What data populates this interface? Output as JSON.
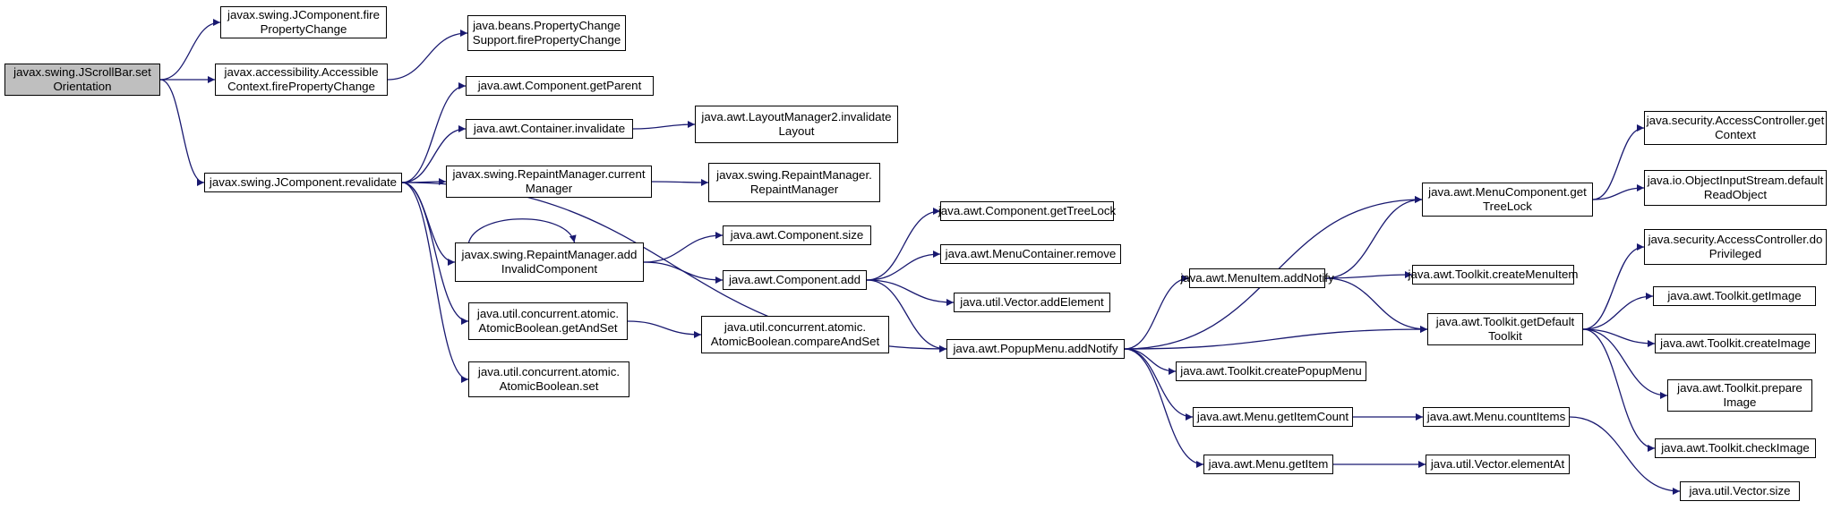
{
  "diagram": {
    "colors": {
      "edge": "#191970",
      "node_border": "#000000",
      "node_fill": "#ffffff",
      "root_fill": "#bfbfbf"
    },
    "nodes": [
      {
        "id": "n0",
        "label": "javax.swing.JScrollBar.set\nOrientation",
        "root": true
      },
      {
        "id": "n1",
        "label": "javax.swing.JComponent.fire\nPropertyChange"
      },
      {
        "id": "n2",
        "label": "javax.accessibility.Accessible\nContext.firePropertyChange"
      },
      {
        "id": "n3",
        "label": "java.beans.PropertyChange\nSupport.firePropertyChange"
      },
      {
        "id": "n4",
        "label": "javax.swing.JComponent.revalidate"
      },
      {
        "id": "n5",
        "label": "java.awt.Component.getParent"
      },
      {
        "id": "n6",
        "label": "java.awt.Container.invalidate"
      },
      {
        "id": "n7",
        "label": "java.awt.LayoutManager2.invalidate\nLayout"
      },
      {
        "id": "n8",
        "label": "javax.swing.RepaintManager.current\nManager"
      },
      {
        "id": "n9",
        "label": "javax.swing.RepaintManager.\nRepaintManager"
      },
      {
        "id": "n10",
        "label": "javax.swing.RepaintManager.add\nInvalidComponent"
      },
      {
        "id": "n11",
        "label": "java.awt.Component.size"
      },
      {
        "id": "n12",
        "label": "java.awt.Component.add"
      },
      {
        "id": "n13",
        "label": "java.awt.Component.getTreeLock"
      },
      {
        "id": "n14",
        "label": "java.awt.MenuContainer.remove"
      },
      {
        "id": "n15",
        "label": "java.util.Vector.addElement"
      },
      {
        "id": "n16",
        "label": "java.awt.PopupMenu.addNotify"
      },
      {
        "id": "n17",
        "label": "java.util.concurrent.atomic.\nAtomicBoolean.getAndSet"
      },
      {
        "id": "n18",
        "label": "java.util.concurrent.atomic.\nAtomicBoolean.compareAndSet"
      },
      {
        "id": "n19",
        "label": "java.util.concurrent.atomic.\nAtomicBoolean.set"
      },
      {
        "id": "n20",
        "label": "java.awt.MenuComponent.get\nTreeLock"
      },
      {
        "id": "n21",
        "label": "java.awt.MenuItem.addNotify"
      },
      {
        "id": "n22",
        "label": "java.awt.Toolkit.createMenuItem"
      },
      {
        "id": "n23",
        "label": "java.awt.Toolkit.getDefault\nToolkit"
      },
      {
        "id": "n24",
        "label": "java.awt.Toolkit.createPopupMenu"
      },
      {
        "id": "n25",
        "label": "java.awt.Menu.getItemCount"
      },
      {
        "id": "n26",
        "label": "java.awt.Menu.countItems"
      },
      {
        "id": "n27",
        "label": "java.awt.Menu.getItem"
      },
      {
        "id": "n28",
        "label": "java.util.Vector.elementAt"
      },
      {
        "id": "n29",
        "label": "java.security.AccessController.get\nContext"
      },
      {
        "id": "n30",
        "label": "java.io.ObjectInputStream.default\nReadObject"
      },
      {
        "id": "n31",
        "label": "java.security.AccessController.do\nPrivileged"
      },
      {
        "id": "n32",
        "label": "java.awt.Toolkit.getImage"
      },
      {
        "id": "n33",
        "label": "java.awt.Toolkit.createImage"
      },
      {
        "id": "n34",
        "label": "java.awt.Toolkit.prepare\nImage"
      },
      {
        "id": "n35",
        "label": "java.awt.Toolkit.checkImage"
      },
      {
        "id": "n36",
        "label": "java.util.Vector.size"
      }
    ],
    "edges": [
      [
        "n0",
        "n1"
      ],
      [
        "n0",
        "n2"
      ],
      [
        "n0",
        "n4"
      ],
      [
        "n2",
        "n3"
      ],
      [
        "n4",
        "n5"
      ],
      [
        "n4",
        "n6"
      ],
      [
        "n4",
        "n8"
      ],
      [
        "n4",
        "n10"
      ],
      [
        "n4",
        "n17"
      ],
      [
        "n4",
        "n19"
      ],
      [
        "n4",
        "n16"
      ],
      [
        "n6",
        "n7"
      ],
      [
        "n8",
        "n9"
      ],
      [
        "n10",
        "n10"
      ],
      [
        "n10",
        "n11"
      ],
      [
        "n10",
        "n12"
      ],
      [
        "n12",
        "n13"
      ],
      [
        "n12",
        "n14"
      ],
      [
        "n12",
        "n15"
      ],
      [
        "n12",
        "n16"
      ],
      [
        "n17",
        "n18"
      ],
      [
        "n16",
        "n20"
      ],
      [
        "n16",
        "n21"
      ],
      [
        "n16",
        "n23"
      ],
      [
        "n16",
        "n24"
      ],
      [
        "n16",
        "n25"
      ],
      [
        "n16",
        "n27"
      ],
      [
        "n21",
        "n20"
      ],
      [
        "n21",
        "n22"
      ],
      [
        "n21",
        "n23"
      ],
      [
        "n20",
        "n29"
      ],
      [
        "n20",
        "n30"
      ],
      [
        "n23",
        "n31"
      ],
      [
        "n23",
        "n32"
      ],
      [
        "n23",
        "n33"
      ],
      [
        "n23",
        "n34"
      ],
      [
        "n23",
        "n35"
      ],
      [
        "n25",
        "n26"
      ],
      [
        "n26",
        "n36"
      ],
      [
        "n27",
        "n28"
      ]
    ]
  }
}
